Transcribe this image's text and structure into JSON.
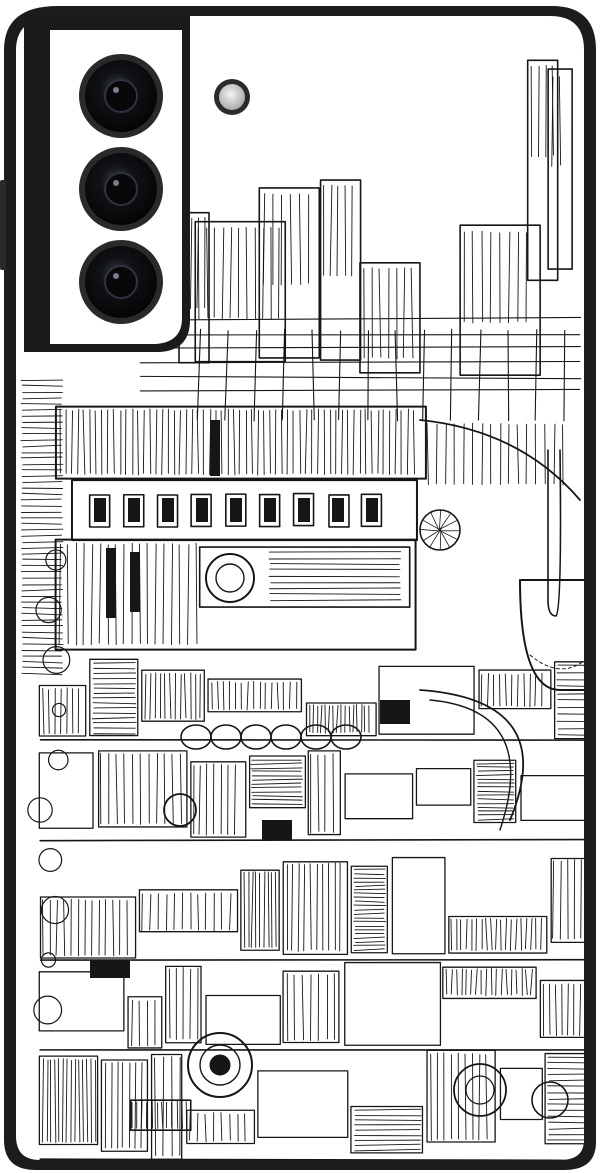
{
  "product": {
    "kind": "phone-skin",
    "artwork": "pen-and-ink-industrial-sketch",
    "colors": {
      "frame": "#1c1c1c",
      "frame_edge": "#3a3a3a",
      "skin_bg": "#ffffff",
      "ink": "#161616",
      "lens": "#0b0b0c",
      "lens_ring": "#2a2a2a",
      "flash": "#cfcfcf"
    },
    "camera": {
      "lens_count": 3,
      "has_flash": true
    }
  }
}
